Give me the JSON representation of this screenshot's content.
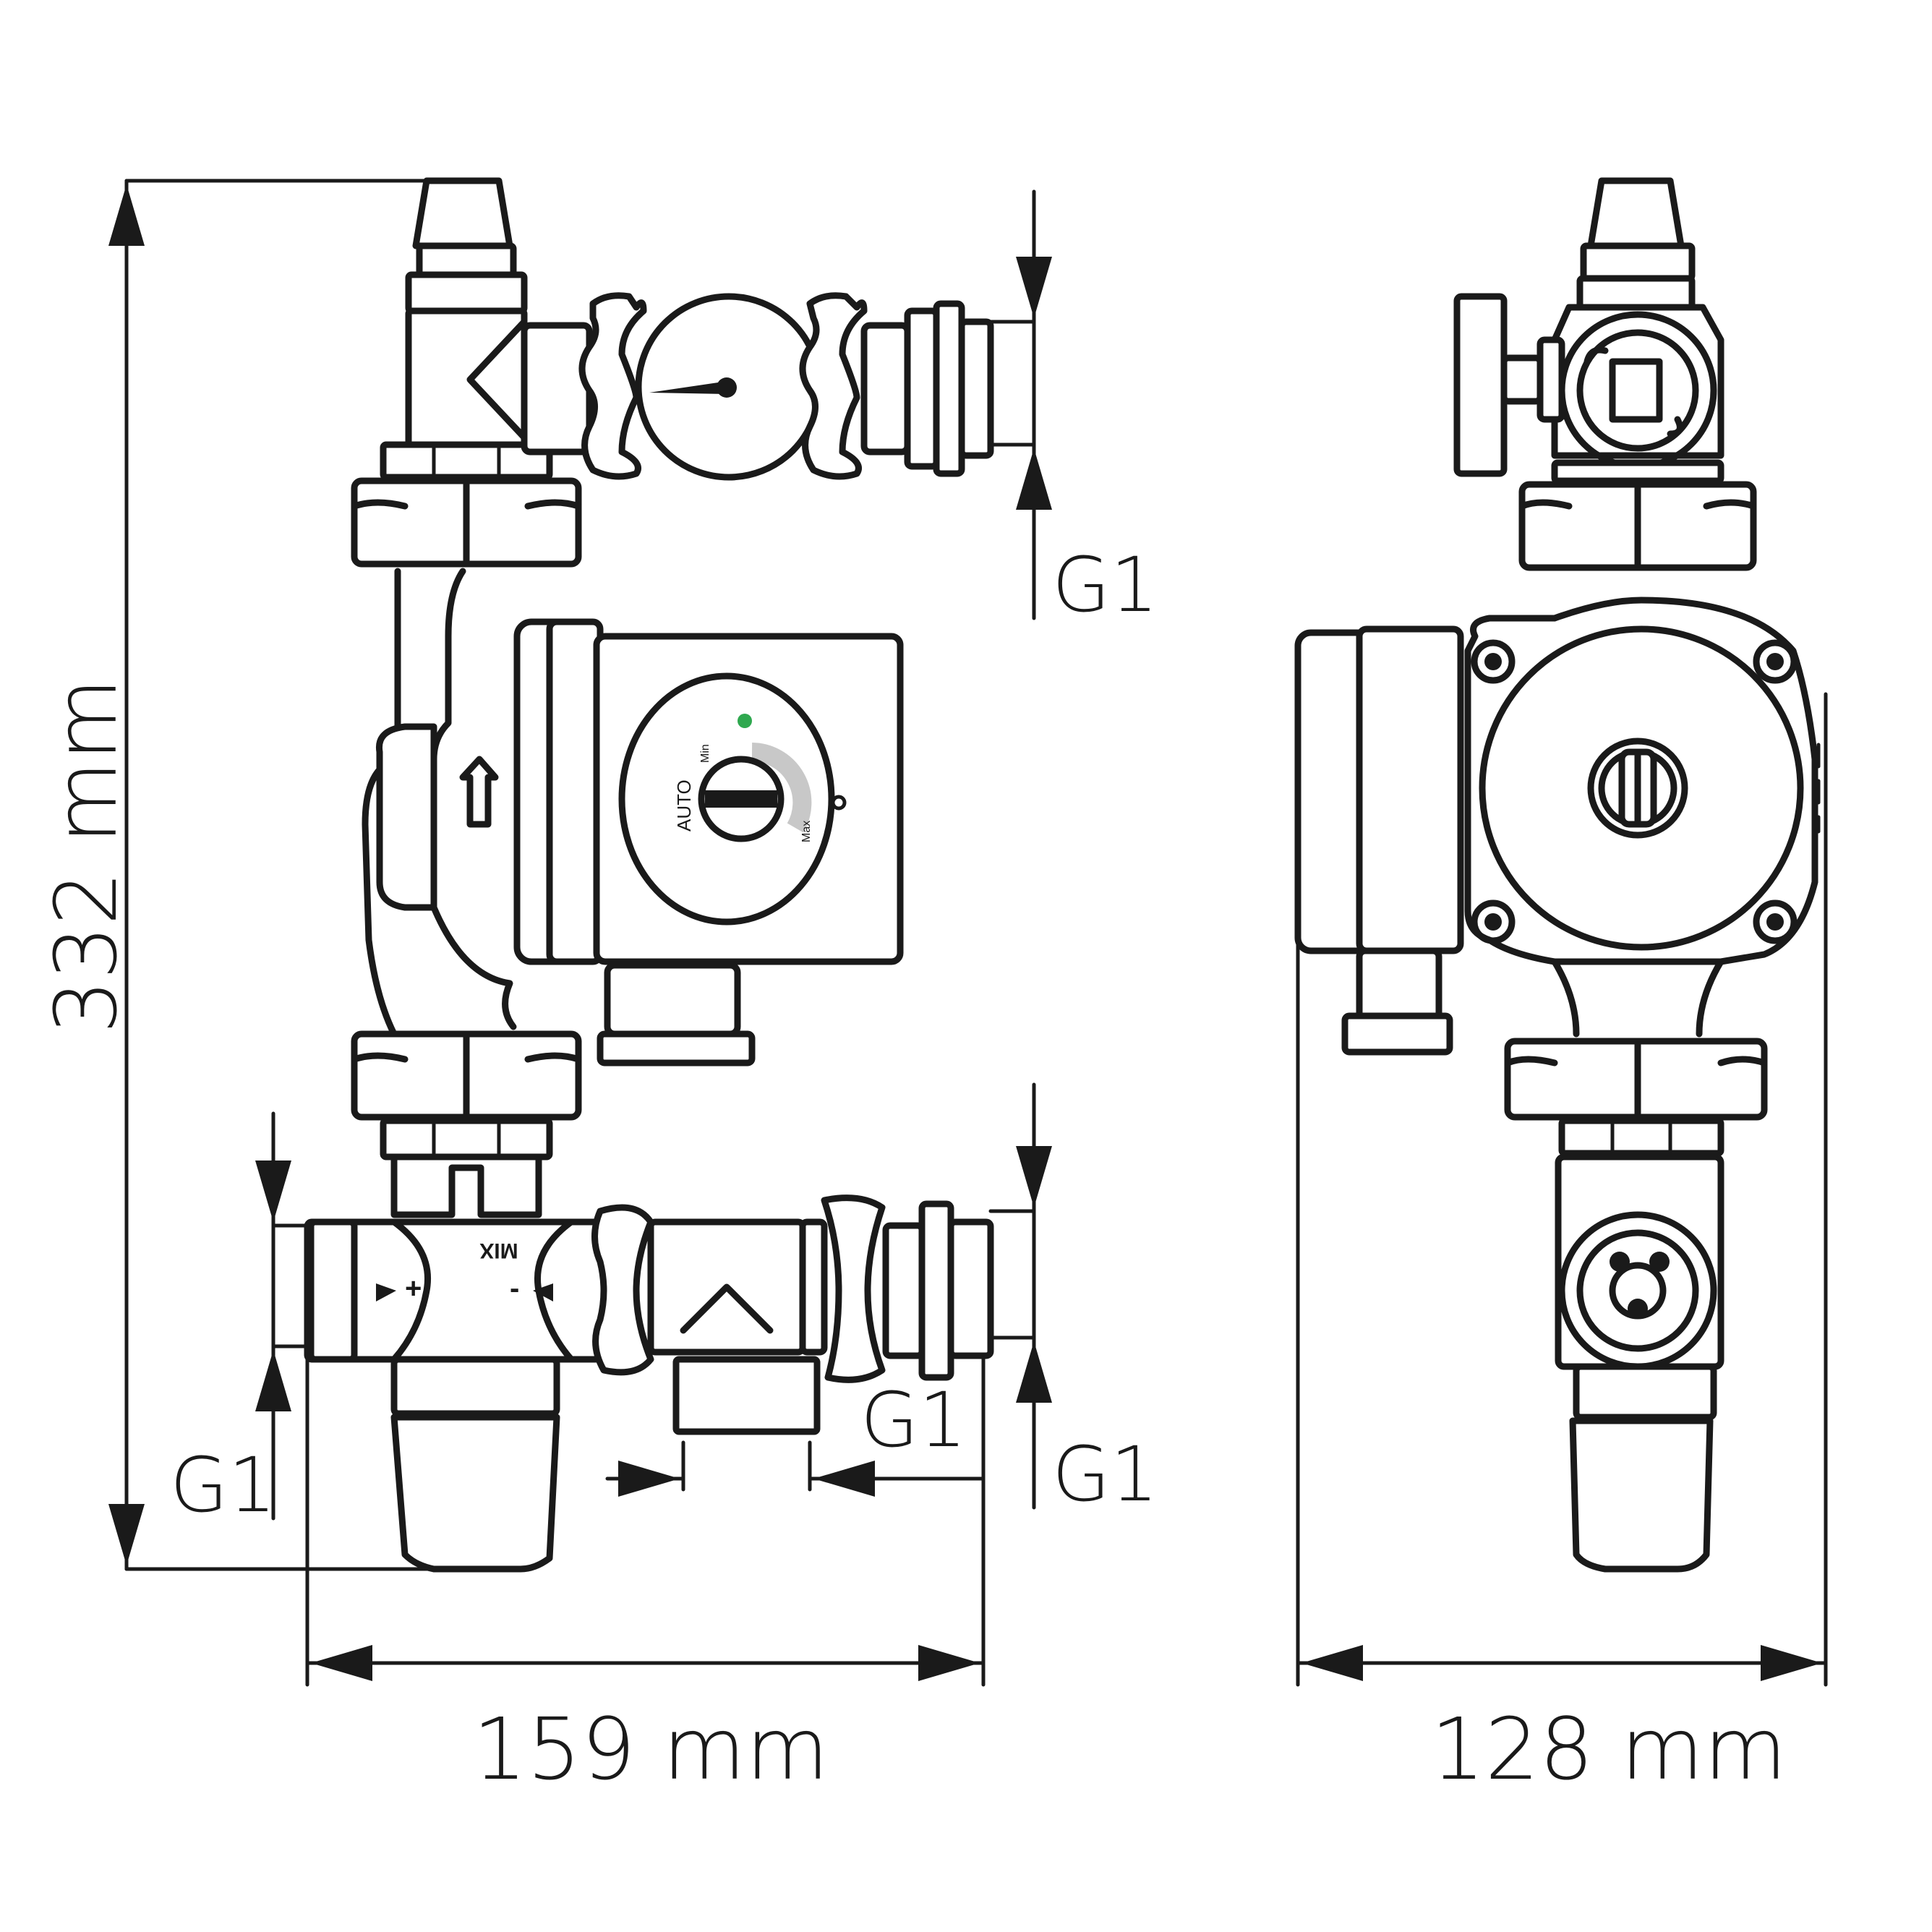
{
  "dimensions": {
    "height": "332 mm",
    "width_front": "159 mm",
    "width_side": "128 mm"
  },
  "threads": {
    "top_outlet": "G1",
    "bottom_left": "G1",
    "bottom_middle": "G1",
    "bottom_right": "G1"
  },
  "pump": {
    "mode_label": "AUTO",
    "min_label": "Min",
    "max_label": "Max"
  },
  "mixing_valve": {
    "label": "MIX",
    "plus_label": "+",
    "minus_label": "-"
  },
  "colors": {
    "line": "#1a1a1a",
    "pump_indicator": "#2fa84f",
    "speed_arc": "#c8c8c8"
  }
}
